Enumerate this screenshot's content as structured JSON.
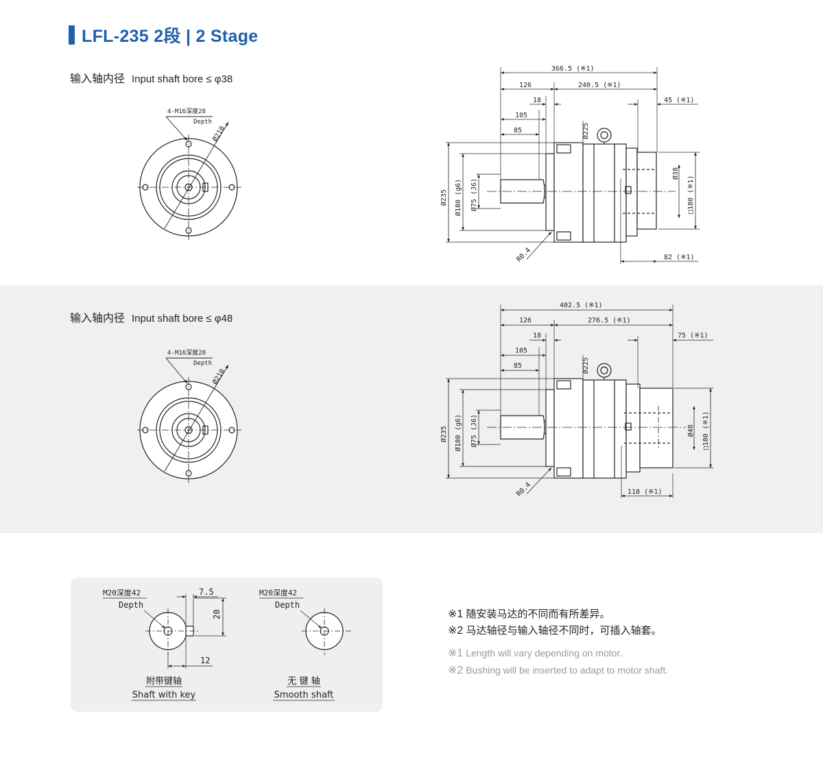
{
  "title": {
    "text": "LFL-235  2段  | 2 Stage",
    "color": "#1f5fae"
  },
  "section1": {
    "bore_cn": "输入轴内径",
    "bore_en": "Input shaft bore  ≤ φ38",
    "front": {
      "tap": "4-M16深度28",
      "depth": "Depth",
      "pcd": "Ø210"
    },
    "side": {
      "overall": "366.5 (※1)",
      "d126": "126",
      "d240": "240.5 (※1)",
      "d18": "18",
      "d105": "105",
      "d85": "85",
      "d45": "45 (※1)",
      "d225": "Ø225",
      "d235": "Ø235",
      "d180": "Ø180 (g6)",
      "d75": "Ø75 (J6)",
      "bore": "Ø38",
      "sq": "□180 (※1)",
      "d82": "82 (※1)",
      "r": "R0.4"
    }
  },
  "section2": {
    "bore_cn": "输入轴内径",
    "bore_en": "Input shaft bore  ≤ φ48",
    "front": {
      "tap": "4-M16深度28",
      "depth": "Depth",
      "pcd": "Ø210"
    },
    "side": {
      "overall": "402.5 (※1)",
      "d126": "126",
      "d276": "276.5 (※1)",
      "d18": "18",
      "d105": "105",
      "d85": "85",
      "d75": "75 (※1)",
      "d225": "Ø225",
      "d235": "Ø235",
      "d180": "Ø180 (g6)",
      "d75j": "Ø75 (J6)",
      "bore": "Ø48",
      "sq": "□180 (※1)",
      "d118": "118 (※1)",
      "r": "R0.4"
    }
  },
  "shafts": {
    "keyed": {
      "tap": "M20深度42",
      "depth": "Depth",
      "d75": "7.5",
      "d20": "20",
      "d12": "12",
      "label_cn": "附带键轴",
      "label_en": "Shaft with key"
    },
    "smooth": {
      "tap": "M20深度42",
      "depth": "Depth",
      "label_cn": "无 键 轴",
      "label_en": "Smooth shaft"
    }
  },
  "notes": {
    "cn": [
      {
        "mark": "※1",
        "text": " 随安装马达的不同而有所差异。"
      },
      {
        "mark": "※2",
        "text": " 马达轴径与输入轴径不同时，可插入轴套。"
      }
    ],
    "en": [
      {
        "mark": "※1",
        "text": " Length will vary depending on motor."
      },
      {
        "mark": "※2",
        "text": " Bushing will be inserted to adapt to motor shaft."
      }
    ]
  }
}
